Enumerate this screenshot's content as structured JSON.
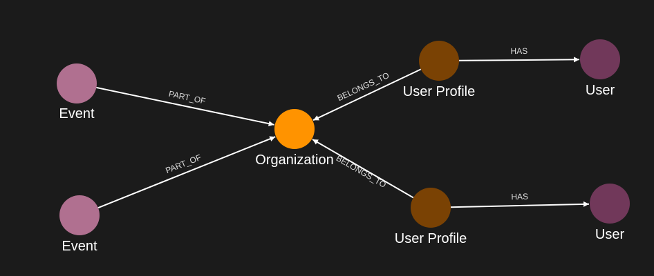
{
  "colors": {
    "background": "#1b1b1b",
    "edge": "#ffffff",
    "edge_label": "#dddddd",
    "node_label": "#ffffff"
  },
  "graph": {
    "nodes": [
      {
        "id": "event-1",
        "label": "Event",
        "type": "Event",
        "color": "#b07090"
      },
      {
        "id": "event-2",
        "label": "Event",
        "type": "Event",
        "color": "#b07090"
      },
      {
        "id": "organization",
        "label": "Organization",
        "type": "Organization",
        "color": "#ff9300"
      },
      {
        "id": "user-profile-1",
        "label": "User Profile",
        "type": "UserProfile",
        "color": "#7a4204"
      },
      {
        "id": "user-profile-2",
        "label": "User Profile",
        "type": "UserProfile",
        "color": "#7a4204"
      },
      {
        "id": "user-1",
        "label": "User",
        "type": "User",
        "color": "#71385a"
      },
      {
        "id": "user-2",
        "label": "User",
        "type": "User",
        "color": "#71385a"
      }
    ],
    "edges": [
      {
        "id": "edge-event1-org",
        "from": "event-1",
        "to": "organization",
        "label": "PART_OF"
      },
      {
        "id": "edge-event2-org",
        "from": "event-2",
        "to": "organization",
        "label": "PART_OF"
      },
      {
        "id": "edge-up1-org",
        "from": "user-profile-1",
        "to": "organization",
        "label": "BELONGS_TO"
      },
      {
        "id": "edge-up2-org",
        "from": "user-profile-2",
        "to": "organization",
        "label": "BELONGS_TO"
      },
      {
        "id": "edge-up1-user1",
        "from": "user-profile-1",
        "to": "user-1",
        "label": "HAS"
      },
      {
        "id": "edge-up2-user2",
        "from": "user-profile-2",
        "to": "user-2",
        "label": "HAS"
      }
    ]
  }
}
